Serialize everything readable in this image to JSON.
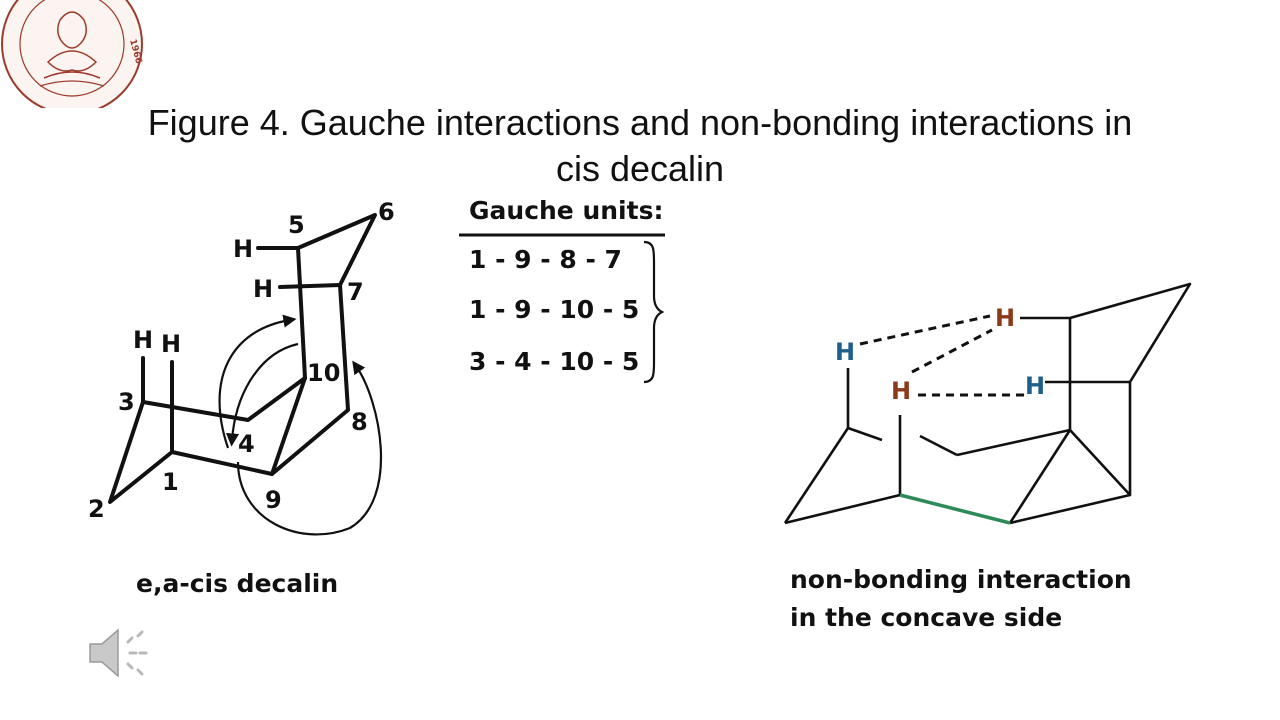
{
  "slide": {
    "title_line1": "Figure 4. Gauche interactions and non-bonding interactions in",
    "title_line2": "cis decalin"
  },
  "seal": {
    "year": "1966"
  },
  "colors": {
    "ink": "#111111",
    "axial_h": "#8b3a1a",
    "equatorial_h": "#1f5f8b",
    "highlight_bond": "#2e8b57"
  },
  "left_molecule": {
    "caption": "e,a-cis decalin",
    "atom_labels": [
      "1",
      "2",
      "3",
      "4",
      "5",
      "6",
      "7",
      "8",
      "9",
      "10"
    ],
    "h_label": "H"
  },
  "gauche": {
    "header": "Gauche units:",
    "units": [
      "1 - 9 - 8 - 7",
      "1 - 9 - 10 - 5",
      "3 - 4 - 10 - 5"
    ]
  },
  "right_molecule": {
    "caption_line1": "non-bonding interaction",
    "caption_line2": "in the concave side",
    "h_label": "H"
  },
  "icons": {
    "seal": "college-seal-icon",
    "speaker": "speaker-icon"
  }
}
